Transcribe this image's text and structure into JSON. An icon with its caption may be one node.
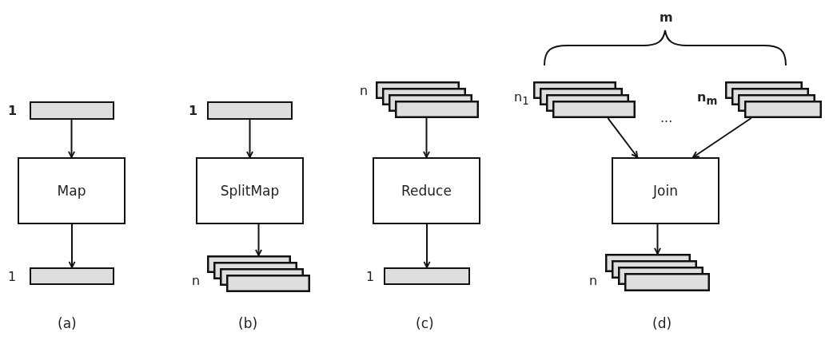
{
  "diagram": {
    "nodes": [
      {
        "text": [],
        "shape": "bar",
        "beside": [
          "1"
        ]
      },
      {
        "text": [
          "Map"
        ]
      },
      {
        "text": [],
        "shape": "bar",
        "beside": [
          "1"
        ]
      },
      {
        "text": [],
        "shape": "bar",
        "beside": [
          "1"
        ]
      },
      {
        "text": [
          "SplitMap"
        ]
      },
      {
        "text": [],
        "shape": "stack",
        "beside": [
          "n"
        ]
      },
      {
        "text": [],
        "shape": "stack",
        "beside": [
          "n"
        ]
      },
      {
        "text": [
          "Reduce"
        ]
      },
      {
        "text": [],
        "shape": "bar",
        "beside": [
          "1"
        ]
      },
      {
        "text": [],
        "shape": "stack",
        "beside": [
          "n$_{1}$"
        ]
      },
      {
        "text": [],
        "shape": "stack",
        "beside": [
          "n$_{m}$"
        ]
      },
      {
        "text": [
          "Join"
        ]
      },
      {
        "text": [],
        "shape": "stack",
        "beside": [
          "n"
        ]
      }
    ],
    "edges": [
      {
        "from": 0,
        "to": 1,
        "arrow": "to"
      },
      {
        "from": 1,
        "to": 2,
        "arrow": "to"
      },
      {
        "from": 3,
        "to": 4,
        "arrow": "to"
      },
      {
        "from": 4,
        "to": 5,
        "arrow": "to"
      },
      {
        "from": 6,
        "to": 7,
        "arrow": "to"
      },
      {
        "from": 7,
        "to": 8,
        "arrow": "to"
      },
      {
        "from": 9,
        "to": 11,
        "arrow": "to"
      },
      {
        "from": 10,
        "to": 11,
        "arrow": "to"
      },
      {
        "from": 11,
        "to": 12,
        "arrow": "to"
      }
    ],
    "labels": [
      "m",
      "...",
      "(a)",
      "(b)",
      "(c)",
      "(d)"
    ]
  }
}
